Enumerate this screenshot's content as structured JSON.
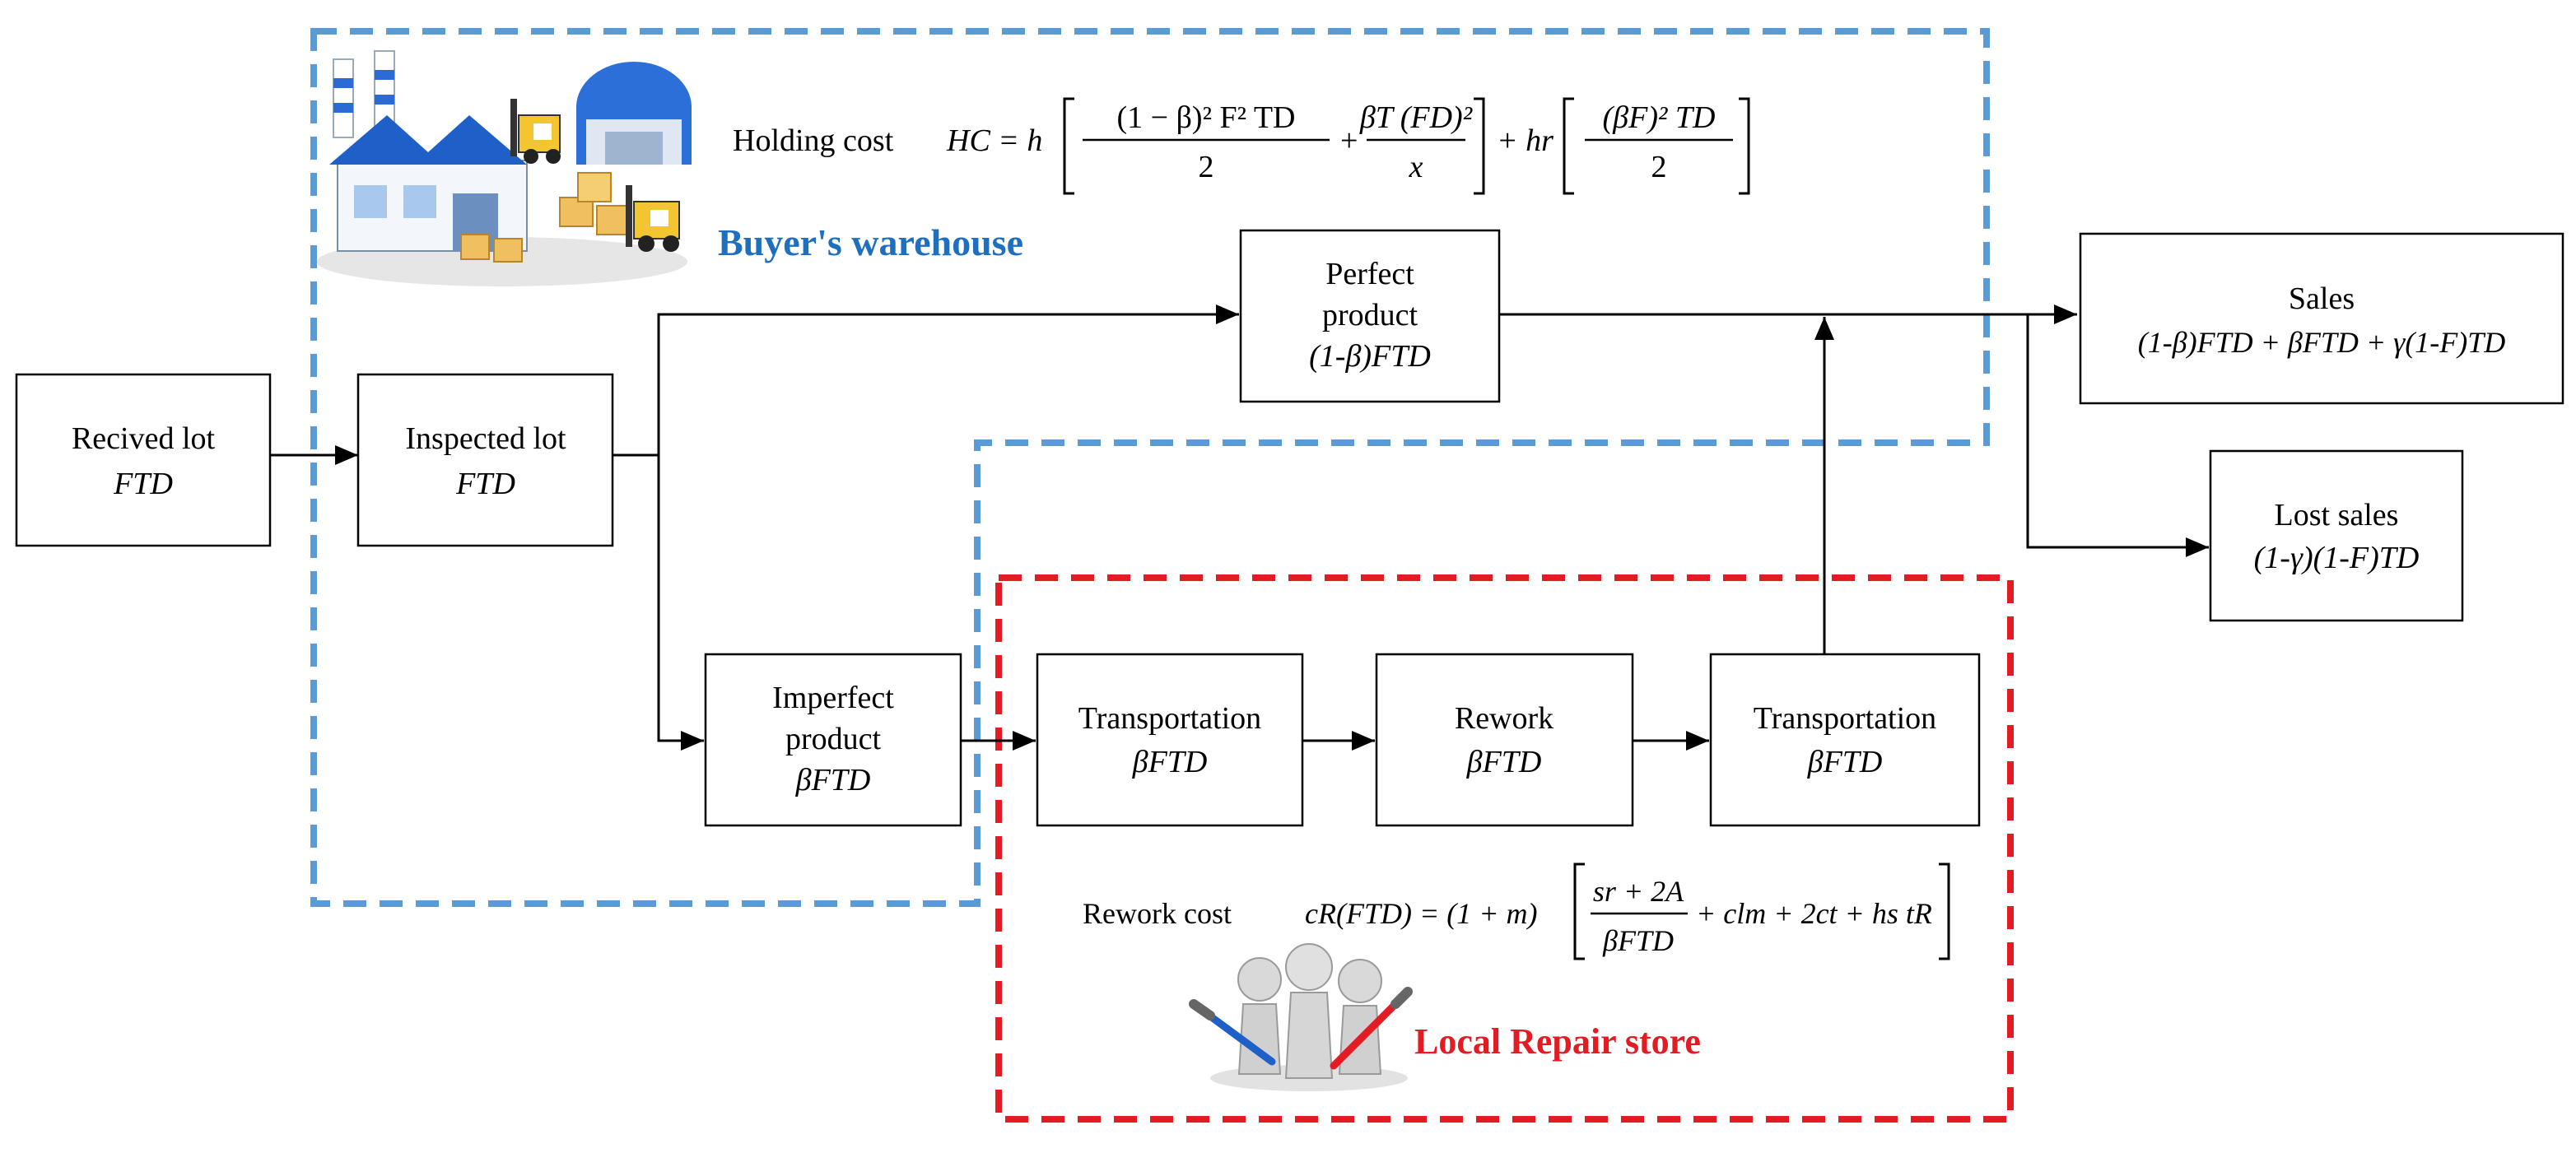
{
  "colors": {
    "buyer_zone": "#5B9BD5",
    "repair_zone": "#E31B23",
    "buyer_title": "#1F6FBF",
    "repair_title": "#E31B23",
    "line": "#000000"
  },
  "zones": {
    "buyer": {
      "title": "Buyer's warehouse",
      "icon": "warehouse-forklift-illustration"
    },
    "repair": {
      "title": "Local Repair store",
      "icon": "repair-team-figures-illustration"
    }
  },
  "nodes": {
    "received": {
      "lines": [
        "Recived lot",
        "FTD"
      ]
    },
    "inspected": {
      "lines": [
        "Inspected lot",
        "FTD"
      ]
    },
    "perfect": {
      "lines": [
        "Perfect",
        "product",
        "(1-β)FTD"
      ]
    },
    "imperfect": {
      "lines": [
        "Imperfect",
        "product",
        "βFTD"
      ]
    },
    "transport1": {
      "lines": [
        "Transportation",
        "βFTD"
      ]
    },
    "rework": {
      "lines": [
        "Rework",
        "βFTD"
      ]
    },
    "transport2": {
      "lines": [
        "Transportation",
        "βFTD"
      ]
    },
    "sales": {
      "lines": [
        "Sales",
        "(1-β)FTD + βFTD + γ(1-F)TD"
      ]
    },
    "lost_sales": {
      "lines": [
        "Lost sales",
        "(1-γ)(1-F)TD"
      ]
    }
  },
  "formulas": {
    "holding": {
      "label": "Holding  cost",
      "lhs": "HC = h",
      "t1_num": "(1 − β)² F² TD",
      "t1_den": "2",
      "plus": "+",
      "t2_num": "βT (FD)²",
      "t2_den": "x",
      "hr": "+ hr",
      "t3_num": "(βF)² TD",
      "t3_den": "2"
    },
    "rework": {
      "label": "Rework cost",
      "lhs": "cR(FTD) = (1 + m)",
      "num": "sr + 2A",
      "den": "βFTD",
      "rest": "+ clm + 2ct + hs tR"
    }
  }
}
